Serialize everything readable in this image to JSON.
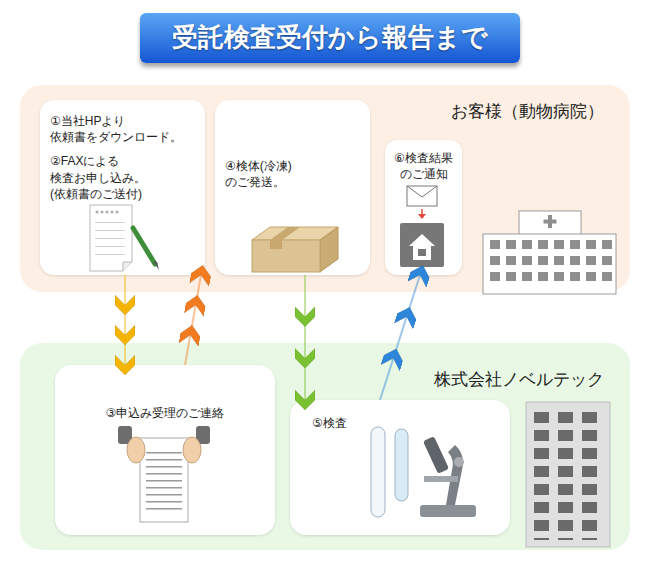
{
  "diagram": {
    "title": "受託検査受付から報告まで",
    "nodes": [
      {
        "text": [
          "お客様（動物病院）"
        ]
      },
      {
        "text": [
          "①当社HPより 依頼書をダウンロード。",
          "②FAXによる 検査お申し込み。 (依頼書のご送付)"
        ],
        "in": 0
      },
      {
        "text": [
          "④検体(冷凍) のご発送。"
        ],
        "in": 0
      },
      {
        "text": [
          "⑥検査結果 のご通知"
        ],
        "in": 0
      },
      {
        "text": [
          "株式会社ノベルテック"
        ]
      },
      {
        "text": [
          "③申込み受理のご連絡"
        ],
        "in": 4
      },
      {
        "text": [
          "⑤検査"
        ],
        "in": 4
      }
    ],
    "edges": [
      {
        "from": 1,
        "to": 5,
        "arrow": "to"
      },
      {
        "from": 5,
        "to": 1,
        "arrow": "to"
      },
      {
        "from": 2,
        "to": 6,
        "arrow": "to"
      },
      {
        "from": 6,
        "to": 3,
        "arrow": "to"
      }
    ]
  }
}
